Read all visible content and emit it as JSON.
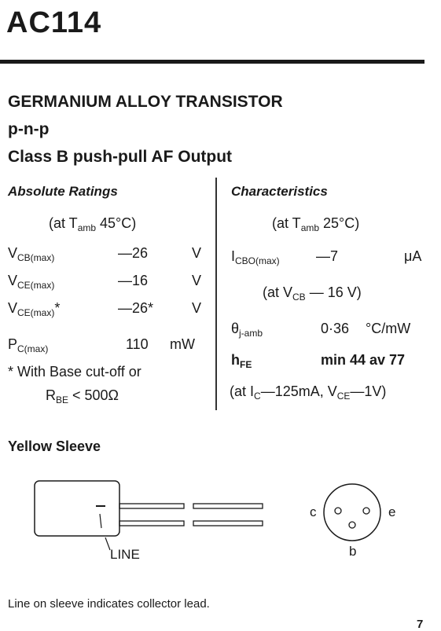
{
  "header": {
    "title": "AC114"
  },
  "headings": {
    "line1": "GERMANIUM ALLOY TRANSISTOR",
    "line2": "p-n-p",
    "line3": "Class B push-pull AF Output"
  },
  "absolute": {
    "heading": "Absolute Ratings",
    "condition": "(at Tamb 45°C)",
    "rows": [
      {
        "sym": "VCB(max)",
        "val": "—26",
        "unit": "V"
      },
      {
        "sym": "VCE(max)",
        "val": "—16",
        "unit": "V"
      },
      {
        "sym": "VCE(max)*",
        "val": "—26*",
        "unit": "V"
      },
      {
        "sym": "PC(max)",
        "val": "110",
        "unit": "mW"
      }
    ],
    "note1": "* With Base cut-off or",
    "note2": "RBE < 500Ω"
  },
  "characteristics": {
    "heading": "Characteristics",
    "condition": "(at Tamb 25°C)",
    "icbo": {
      "sym": "ICBO(max)",
      "val": "—7",
      "unit": "μA"
    },
    "icbo_cond": "(at VCB — 16 V)",
    "theta": {
      "sym": "θj-amb",
      "val": "0·36",
      "unit": "°C/mW"
    },
    "hfe": {
      "sym": "hFE",
      "val": "min 44 av 77"
    },
    "hfe_cond": "(at IC—125mA, VCE—1V)"
  },
  "sleeve": {
    "heading": "Yellow Sleeve",
    "line_label": "LINE",
    "pin_c": "c",
    "pin_e": "e",
    "pin_b": "b"
  },
  "footer": {
    "note": "Line on sleeve indicates collector lead.",
    "page": "7"
  }
}
